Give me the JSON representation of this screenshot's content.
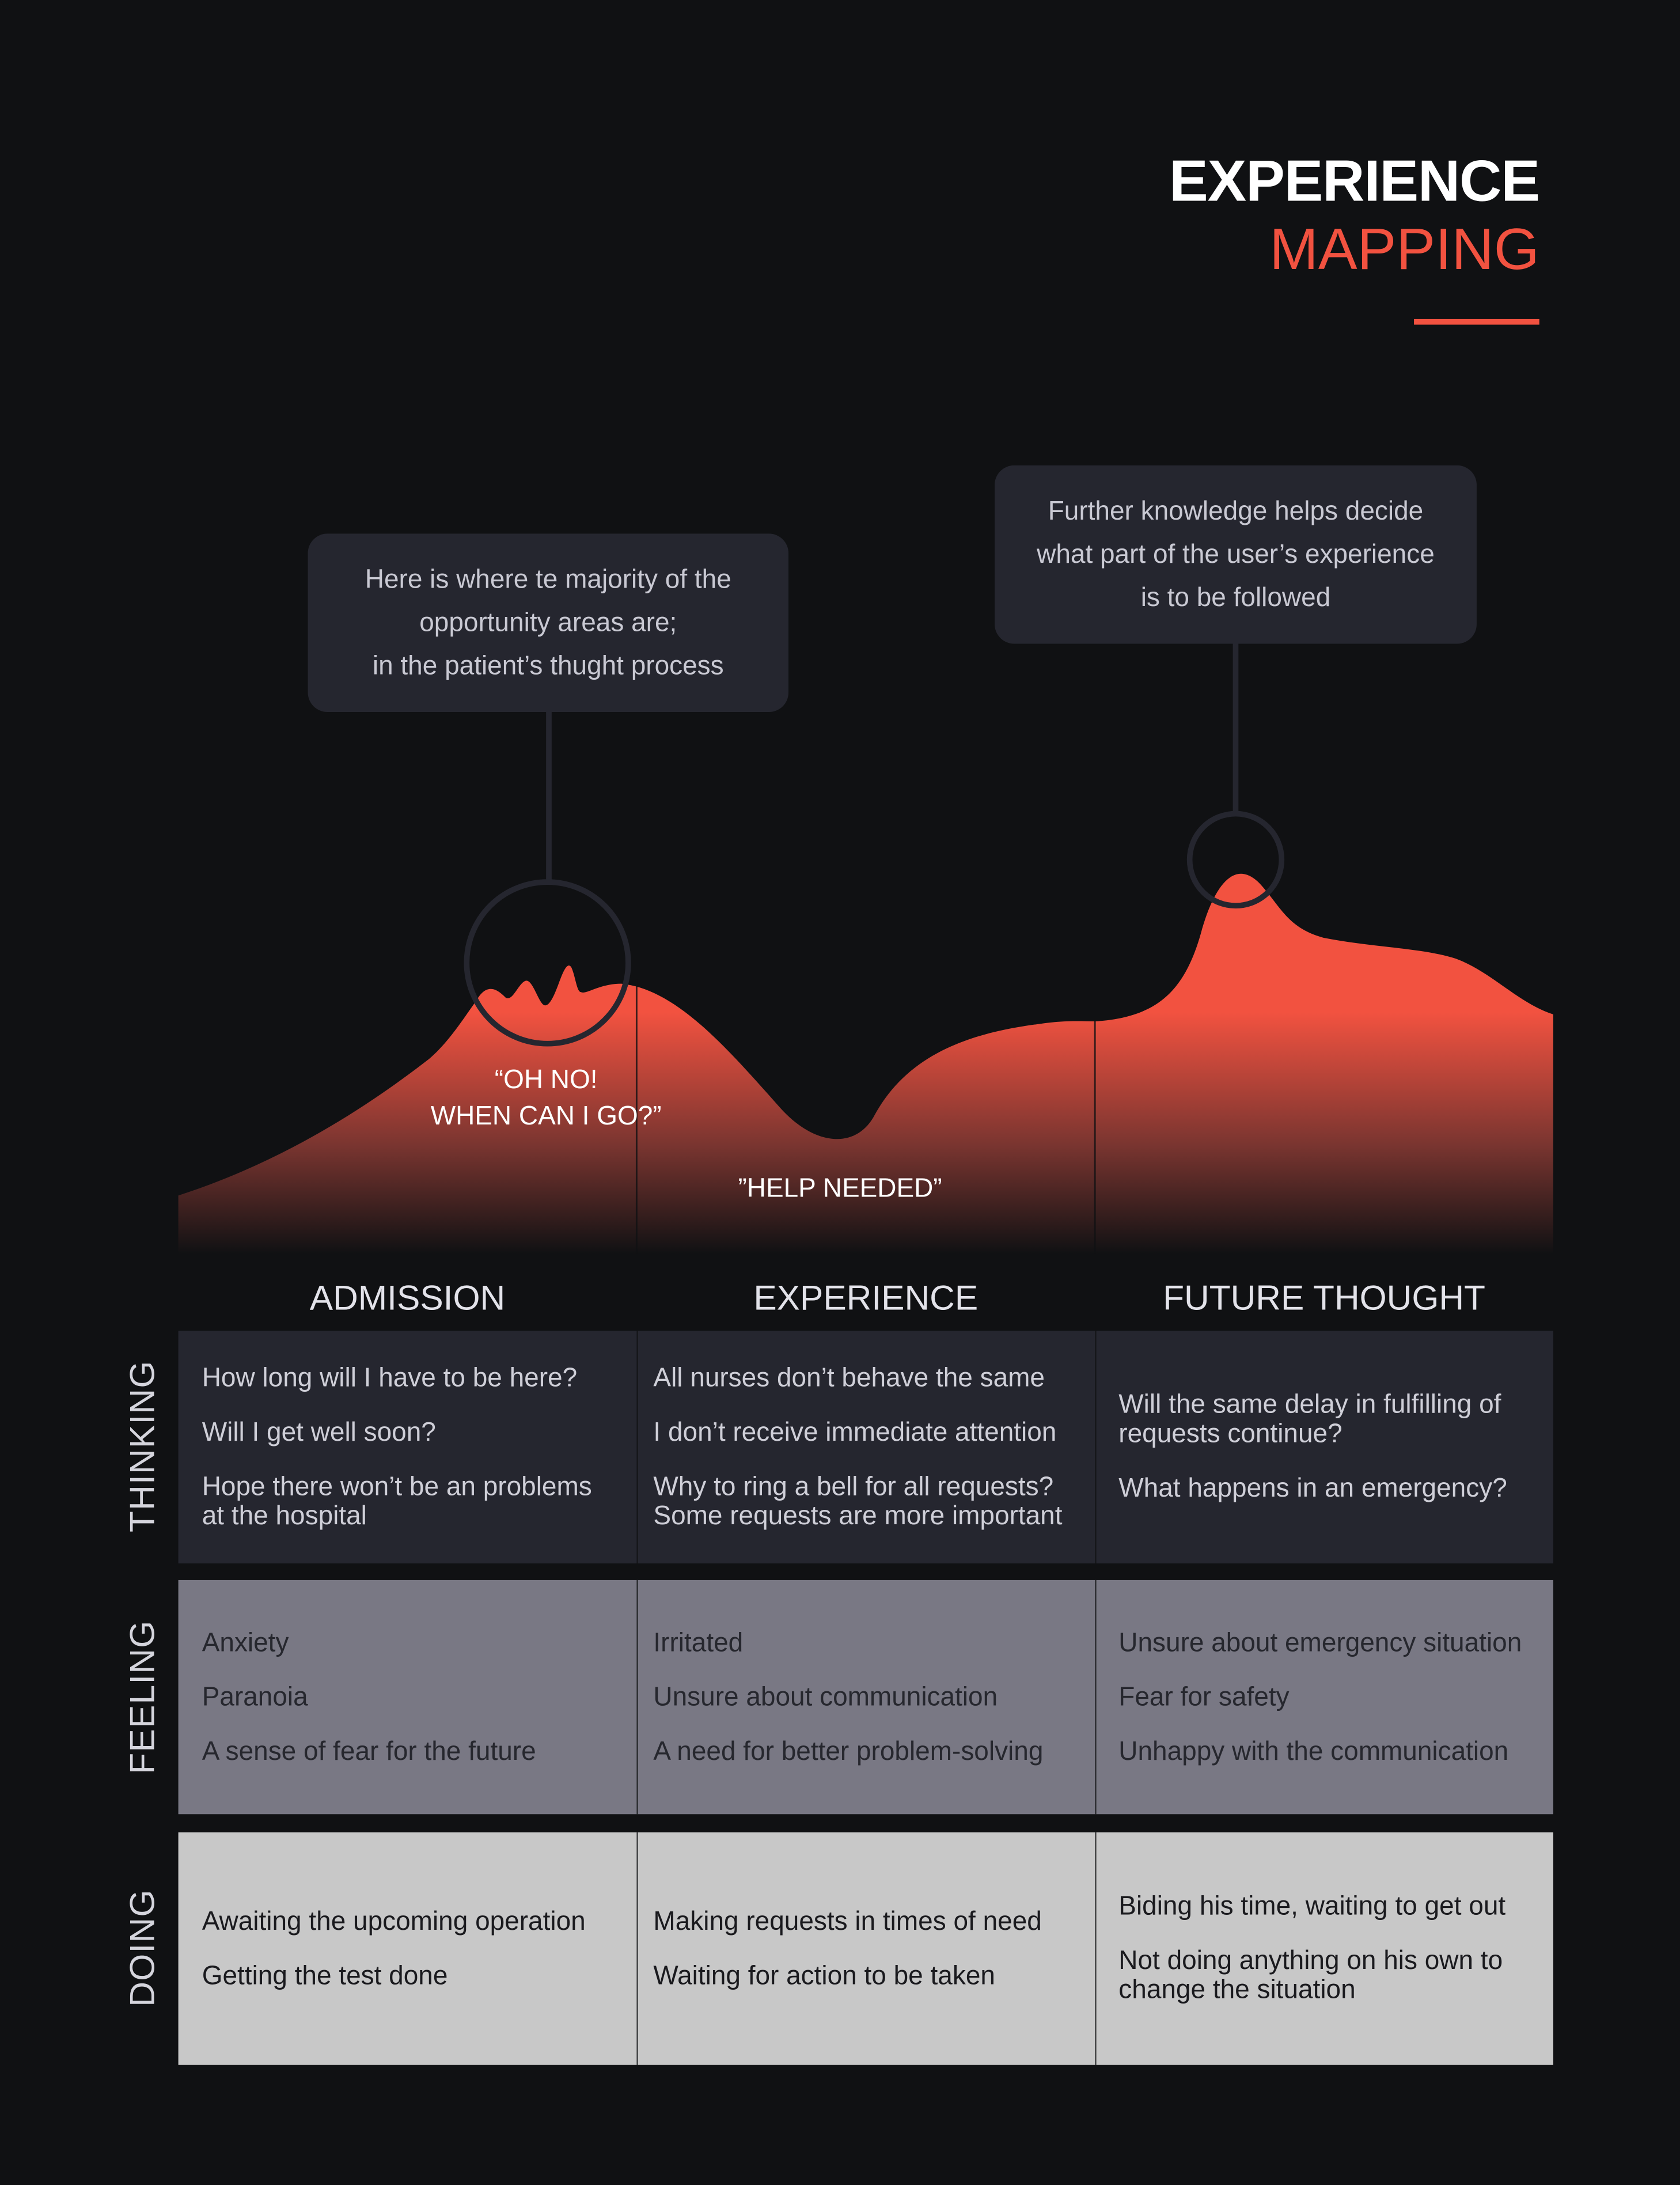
{
  "title": {
    "line1": "EXPERIENCE",
    "line2": "MAPPING"
  },
  "callouts": {
    "left": {
      "lines": [
        "Here is where te majority of the",
        "opportunity areas are;",
        "in the patient’s thught process"
      ]
    },
    "right": {
      "lines": [
        "Further knowledge helps decide",
        "what part of the user’s experience",
        "is to be followed"
      ]
    }
  },
  "quotes": {
    "admission": {
      "line1": "“OH NO!",
      "line2": "WHEN CAN I GO?”"
    },
    "experience": "”HELP NEEDED”"
  },
  "stages": [
    "ADMISSION",
    "EXPERIENCE",
    "FUTURE THOUGHT"
  ],
  "rows": {
    "thinking": {
      "label": "THINKING",
      "cells": [
        [
          "How long will I have to be here?",
          "Will I get well soon?",
          "Hope there won’t be an problems at the hospital"
        ],
        [
          "All nurses don’t behave the same",
          "I don’t receive immediate attention",
          "Why to ring a bell for all requests? Some requests are more important"
        ],
        [
          "Will the same delay in fulfilling of requests continue?",
          "What happens in an emergency?"
        ]
      ]
    },
    "feeling": {
      "label": "FEELING",
      "cells": [
        [
          "Anxiety",
          "Paranoia",
          "A sense of  fear for the future"
        ],
        [
          "Irritated",
          "Unsure about communication",
          "A need for better problem-solving"
        ],
        [
          "Unsure about emergency situation",
          "Fear for safety",
          "Unhappy with the communication"
        ]
      ]
    },
    "doing": {
      "label": "DOING",
      "cells": [
        [
          "Awaiting the upcoming operation",
          "Getting the test done"
        ],
        [
          "Making requests in times of need",
          "Waiting for action to be taken"
        ],
        [
          "Biding his time, waiting to get out",
          "Not doing anything on his own to change the situation"
        ]
      ]
    }
  },
  "colors": {
    "background": "#101113",
    "accent": "#f25240",
    "thinking_bg": "#25262f",
    "feeling_bg": "#797884",
    "doing_bg": "#c8c8c8",
    "callout_bg": "#25262f"
  }
}
